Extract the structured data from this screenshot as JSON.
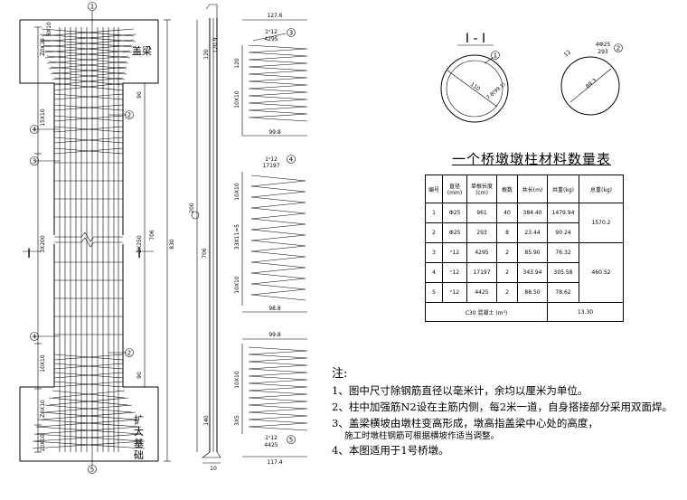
{
  "page": {
    "bg": "#ffffff",
    "ink": "#000000"
  },
  "elevation": {
    "label_cap": "盖梁",
    "label_footing": "扩大基础",
    "section_marks": [
      "I",
      "I"
    ],
    "dim_left": [
      "Z0X10",
      "15X10",
      "3X200",
      "10X10",
      "Z0X10",
      "10X10"
    ],
    "dim_center": [
      "8X10",
      "830",
      "2X250",
      "706",
      "200",
      "90",
      "90",
      "120",
      "140",
      "10"
    ],
    "callouts": [
      "1",
      "2",
      "3",
      "4",
      "5"
    ]
  },
  "bar_details": {
    "bar3": {
      "label_top": "1ⁿ12",
      "label_len": "4295",
      "width_top": "127.6",
      "width_bottom": "99.8",
      "dims": [
        "120",
        "10X10",
        "120.9"
      ],
      "callout": "3"
    },
    "bar4": {
      "label_top": "1ⁿ12",
      "label_len": "17197",
      "width_bottom": "98.8",
      "dims": [
        "10X10",
        "33X11=5",
        "10X10"
      ],
      "callout": "4"
    },
    "bar5": {
      "label_top": "1ⁿ12",
      "label_len": "4425",
      "width_top": "99.8",
      "width_bottom": "117.4",
      "dims": [
        "10X10",
        "3X5",
        "10"
      ],
      "callout": "5"
    }
  },
  "section": {
    "title": "I - I",
    "dia": "110",
    "note": "7.8(99.1)",
    "callout": "1",
    "ring_label_top": "4Ф25",
    "ring_label_len": "293",
    "ring_dia": "89.3",
    "ring_callout": "2",
    "ring_left": "12"
  },
  "table": {
    "title": "一个桥墩墩柱材料数量表",
    "headers": [
      "编号",
      "直径(mm)",
      "单根长度(cm)",
      "根数",
      "共长(m)",
      "共重(kg)",
      "总重(kg)"
    ],
    "rows": [
      {
        "no": "1",
        "dia": "Ф25",
        "len": "961",
        "count": "40",
        "total_len": "384.40",
        "weight": "1479.94"
      },
      {
        "no": "2",
        "dia": "Ф25",
        "len": "293",
        "count": "8",
        "total_len": "23.44",
        "weight": "90.24"
      },
      {
        "no": "3",
        "dia": "ⁿ12",
        "len": "4295",
        "count": "2",
        "total_len": "85.90",
        "weight": "76.32"
      },
      {
        "no": "4",
        "dia": "ⁿ12",
        "len": "17197",
        "count": "2",
        "total_len": "343.94",
        "weight": "305.58"
      },
      {
        "no": "5",
        "dia": "ⁿ12",
        "len": "4425",
        "count": "2",
        "total_len": "88.50",
        "weight": "78.62"
      }
    ],
    "group_totals": [
      "1570.2",
      "460.52"
    ],
    "concrete_label": "C30 混凝土 (m³)",
    "concrete_value": "13.30"
  },
  "notes": {
    "title": "注:",
    "lines": [
      "1、图中尺寸除钢筋直径以毫米计，余均以厘米为单位。",
      "2、柱中加强筋N2设在主筋内侧，每2米一道，自身搭接部分采用双面焊。",
      "3、盖梁横坡由墩柱变高形成，墩高指盖梁中心处的高度，",
      "施工时墩柱钢筋可根据横坡作适当调整。",
      "4、本图适用于1号桥墩。"
    ]
  }
}
